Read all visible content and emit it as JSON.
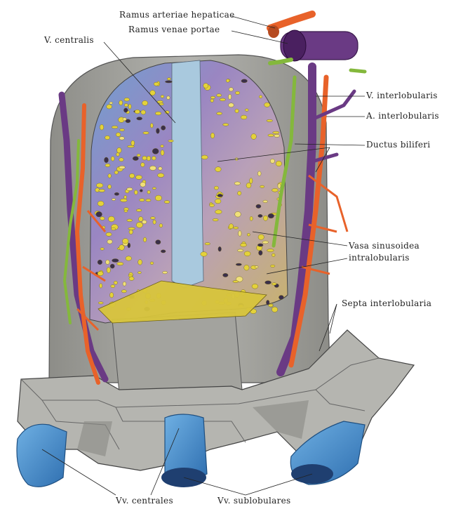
{
  "labels": {
    "ramus_arteriae_hepaticae": "Ramus arteriae hepaticae",
    "ramus_venae_portae": "Ramus venae portae",
    "v_centralis": "V. centralis",
    "v_interlobularis": "V. interlobularis",
    "a_interlobularis": "A. interlobularis",
    "ductus_biliferi": "Ductus biliferi",
    "vasa_sinusoidea_1": "Vasa sinusoidea",
    "vasa_sinusoidea_2": "intralobularis",
    "septa_interlobularia": "Septa interlobularia",
    "vv_centrales": "Vv. centrales",
    "vv_sublobulares": "Vv. sublobulares"
  },
  "colors": {
    "septum_gray": "#a9a9a4",
    "lobule_blue": "#7fb3cf",
    "lobule_purple": "#a884b5",
    "hepatocyte_yellow": "#e4d23a",
    "artery_orange": "#e8622a",
    "portal_vein_purple": "#7a3a8c",
    "bile_duct_green": "#7fb33a",
    "central_vein_blue": "#4f93cf"
  }
}
